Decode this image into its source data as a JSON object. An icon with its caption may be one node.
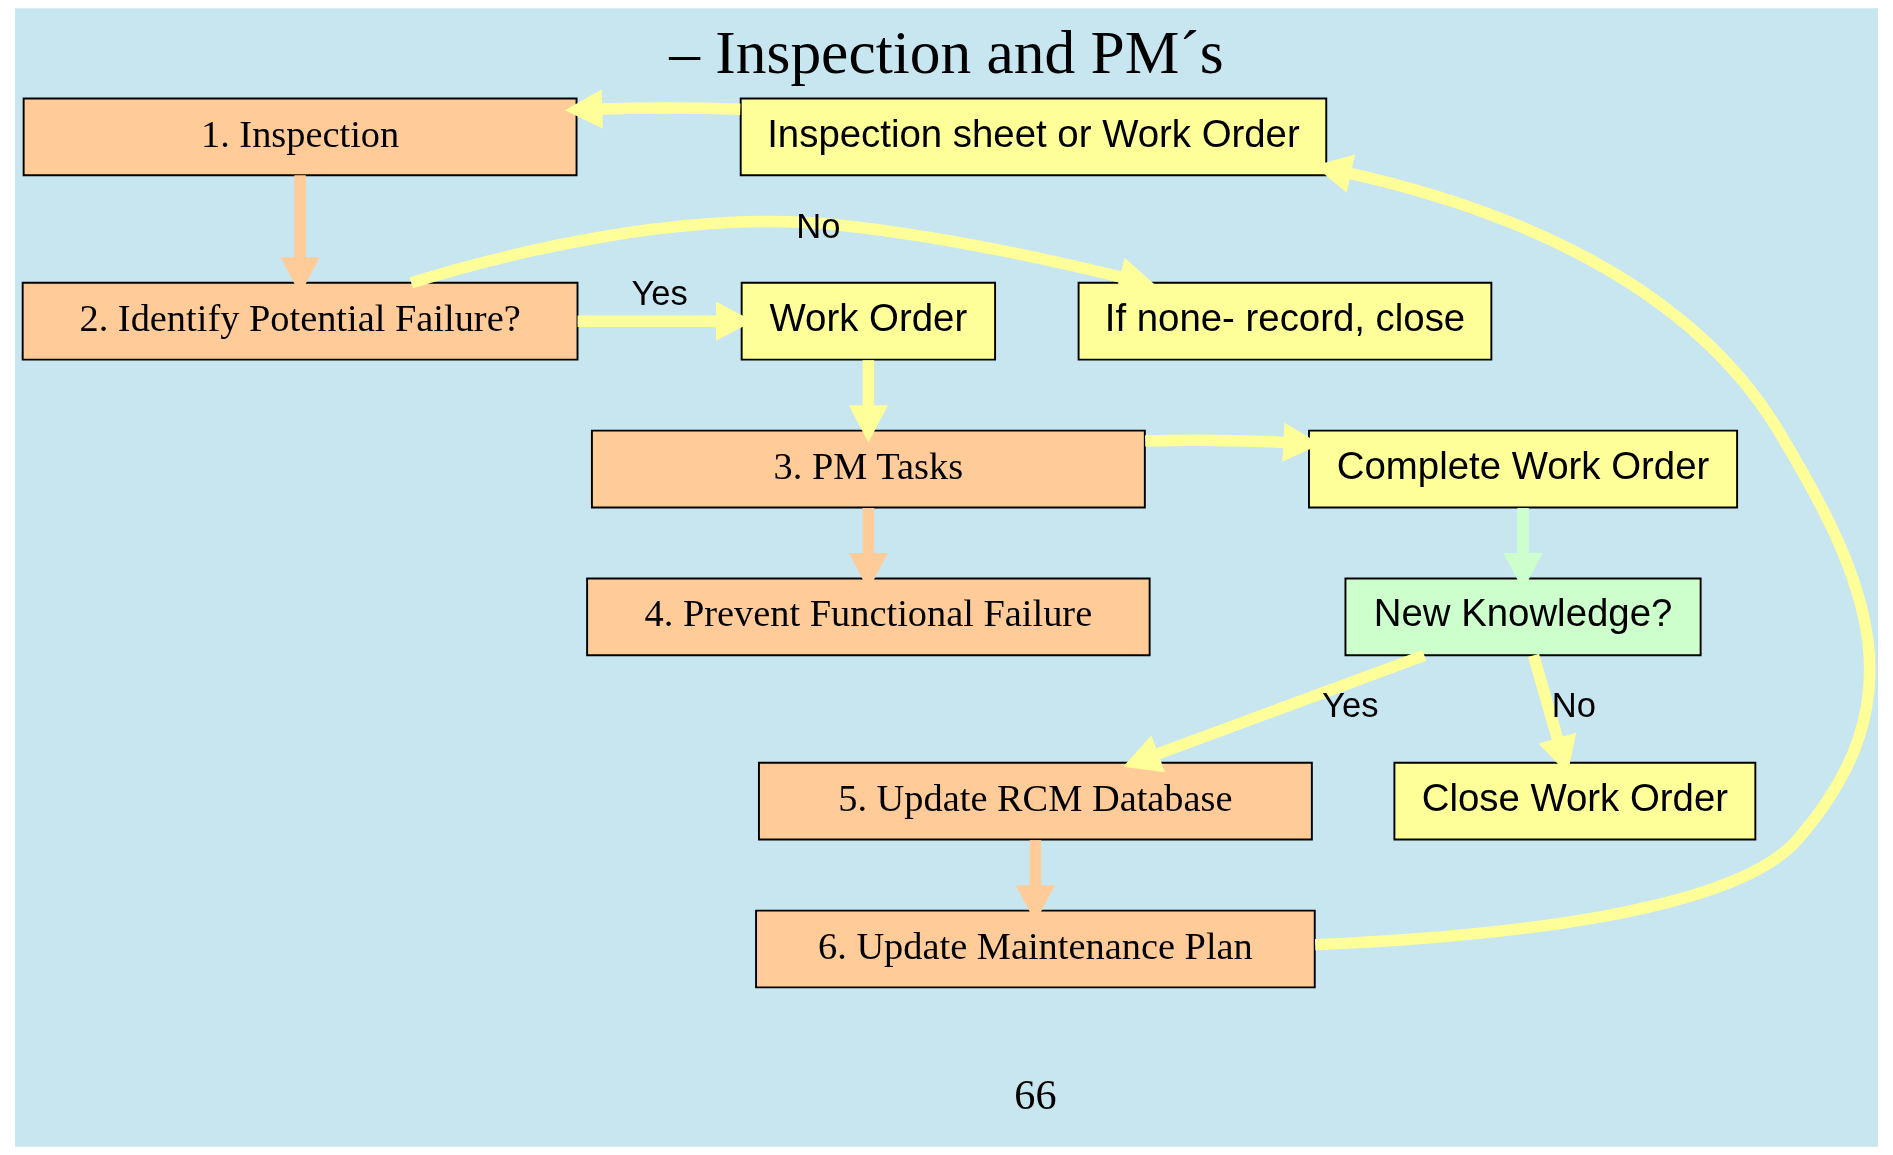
{
  "diagram": {
    "title": "– Inspection and PM´s",
    "nodes": [
      {
        "text": [
          "1. Inspection"
        ]
      },
      {
        "text": [
          "Inspection sheet or Work Order"
        ]
      },
      {
        "text": [
          "If none- record, close"
        ]
      },
      {
        "text": [
          "2. Identify Potential Failure?"
        ]
      },
      {
        "text": [
          "Work Order"
        ]
      },
      {
        "text": [
          "Complete Work Order"
        ]
      },
      {
        "text": [
          "3. PM Tasks"
        ]
      },
      {
        "text": [
          "4. Prevent Functional Failure"
        ]
      },
      {
        "text": [
          "New Knowledge?"
        ]
      },
      {
        "text": [
          "5. Update RCM Database"
        ]
      },
      {
        "text": [
          "Close Work Order"
        ]
      },
      {
        "text": [
          "6. Update Maintenance Plan"
        ]
      }
    ],
    "edges": [
      {
        "from": 1,
        "to": 0,
        "arrow": "to"
      },
      {
        "from": 0,
        "to": 3,
        "arrow": "to",
        "color": "#ffcc99"
      },
      {
        "from": 3,
        "to": 2,
        "arrow": "to",
        "label": "No"
      },
      {
        "from": 3,
        "to": 4,
        "arrow": "to",
        "label": "Yes"
      },
      {
        "from": 4,
        "to": 6,
        "arrow": "to"
      },
      {
        "from": 6,
        "to": 5,
        "arrow": "to"
      },
      {
        "from": 6,
        "to": 7,
        "arrow": "to",
        "color": "#ffcc99"
      },
      {
        "from": 5,
        "to": 8,
        "arrow": "to",
        "color": "#ccffcc"
      },
      {
        "from": 8,
        "to": 10,
        "arrow": "to",
        "label": "No"
      },
      {
        "from": 8,
        "to": 9,
        "arrow": "to",
        "label": "Yes"
      },
      {
        "from": 9,
        "to": 11,
        "arrow": "to",
        "color": "#ffcc99"
      },
      {
        "from": 11,
        "to": 1,
        "arrow": "to"
      }
    ],
    "labels": [
      "66"
    ]
  }
}
